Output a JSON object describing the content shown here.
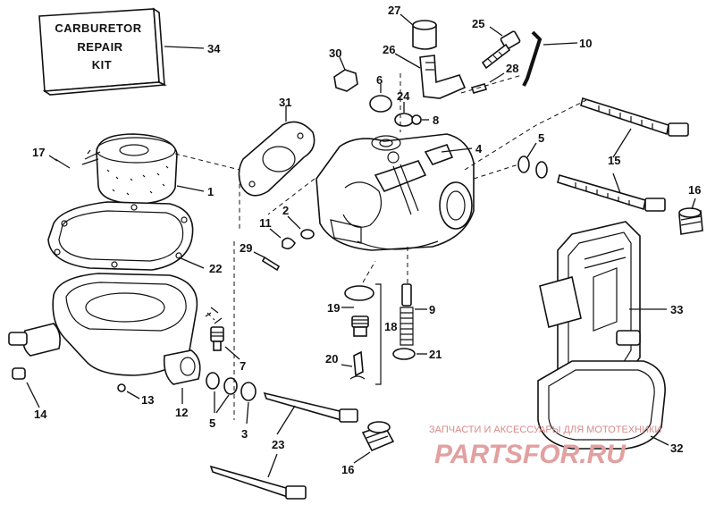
{
  "kit_box": {
    "line1": "CARBURETOR",
    "line2": "REPAIR",
    "line3": "KIT"
  },
  "callouts": {
    "c34": "34",
    "c27": "27",
    "c25": "25",
    "c10": "10",
    "c30": "30",
    "c26": "26",
    "c28": "28",
    "c6": "6",
    "c24": "24",
    "c8": "8",
    "c31": "31",
    "c4": "4",
    "c17": "17",
    "c5a": "5",
    "c15": "15",
    "c1": "1",
    "c16a": "16",
    "c2": "2",
    "c11": "11",
    "c29": "29",
    "c22": "22",
    "c9": "9",
    "c19": "19",
    "c18": "18",
    "c33": "33",
    "c20": "20",
    "c21": "21",
    "c7": "7",
    "c13": "13",
    "c14": "14",
    "c12": "12",
    "c5b": "5",
    "c3": "3",
    "c23": "23",
    "c16b": "16",
    "c32": "32"
  },
  "watermark": {
    "caption": "ЗАПЧАСТИ И АКСЕССУАРЫ ДЛЯ МОТОТЕХНИКИ",
    "logo": "PARTSFOR.RU"
  },
  "colors": {
    "line": "#111111",
    "watermark": "#e2a0a0"
  }
}
